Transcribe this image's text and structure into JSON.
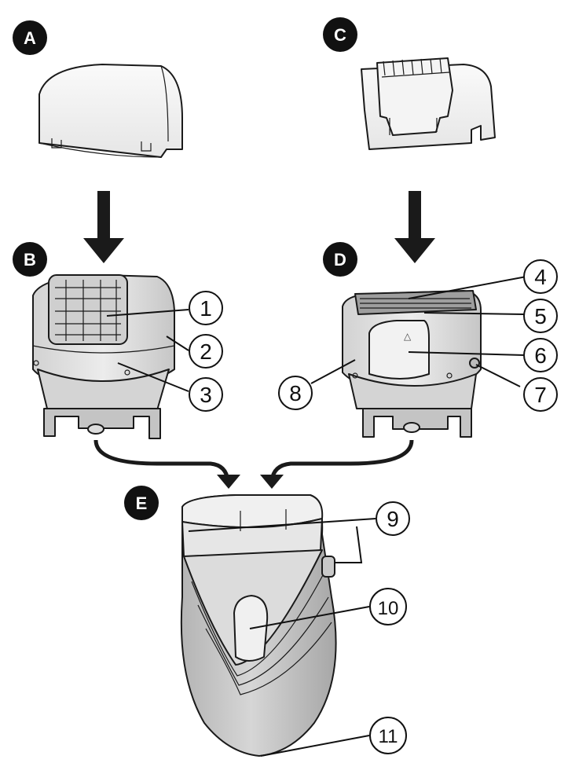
{
  "diagram": {
    "sections": [
      {
        "id": "A",
        "label": "A"
      },
      {
        "id": "B",
        "label": "B"
      },
      {
        "id": "C",
        "label": "C"
      },
      {
        "id": "D",
        "label": "D"
      },
      {
        "id": "E",
        "label": "E"
      }
    ],
    "callouts": [
      {
        "label": "1"
      },
      {
        "label": "2"
      },
      {
        "label": "3"
      },
      {
        "label": "4"
      },
      {
        "label": "5"
      },
      {
        "label": "6"
      },
      {
        "label": "7"
      },
      {
        "label": "8"
      },
      {
        "label": "9"
      },
      {
        "label": "10"
      },
      {
        "label": "11"
      }
    ],
    "colors": {
      "cap_light": "#f2f2f2",
      "head_body": "#e3e3e3",
      "head_dark": "#bdbdbd",
      "handle": "#c9c9c9",
      "handle_dark": "#a9a9a9",
      "ink": "#111111"
    }
  }
}
